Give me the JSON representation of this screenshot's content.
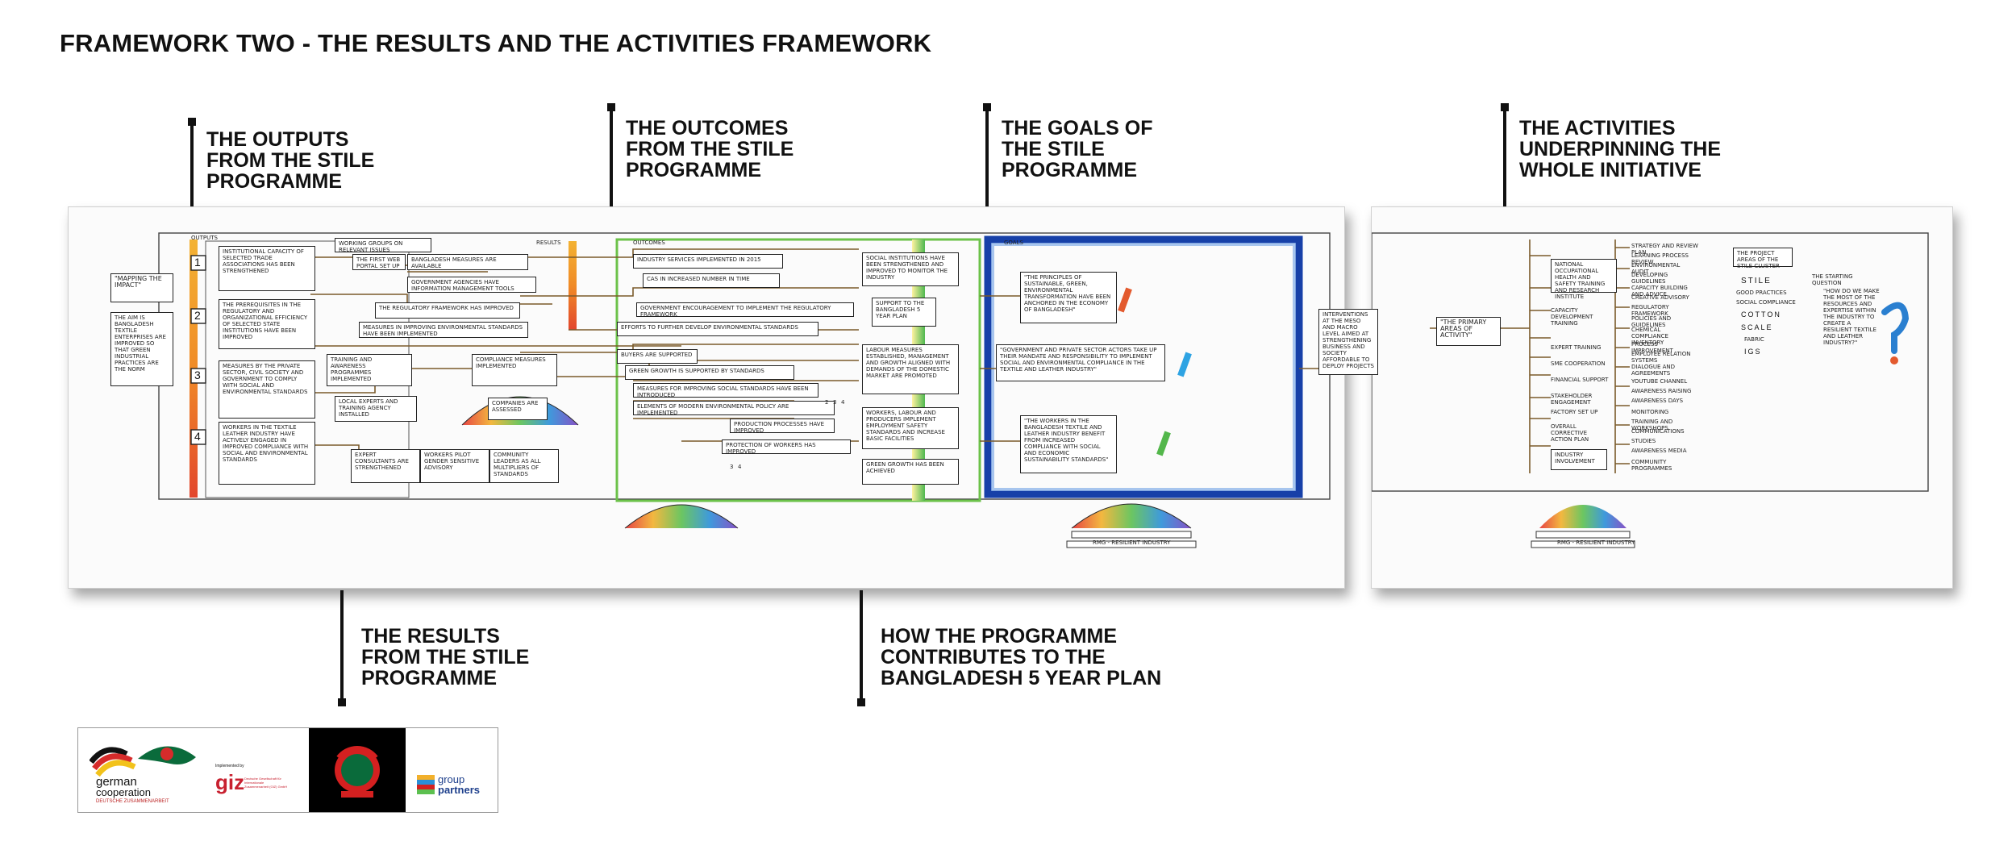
{
  "page_title": "FRAMEWORK TWO - THE RESULTS AND THE ACTIVITIES FRAMEWORK",
  "callouts": {
    "outputs": [
      "THE OUTPUTS",
      "FROM THE STILE",
      "PROGRAMME"
    ],
    "outcomes": [
      "THE OUTCOMES",
      "FROM THE STILE",
      "PROGRAMME"
    ],
    "goals": [
      "THE GOALS OF",
      "THE STILE",
      "PROGRAMME"
    ],
    "activities": [
      "THE ACTIVITIES",
      "UNDERPINNING THE",
      "WHOLE INITIATIVE"
    ],
    "results": [
      "THE RESULTS",
      "FROM THE STILE",
      "PROGRAMME"
    ],
    "contribution": [
      "HOW THE PROGRAMME",
      "CONTRIBUTES TO THE",
      "BANGLADESH 5 YEAR PLAN"
    ]
  },
  "board": {
    "left": {
      "mapping_label": "\"MAPPING THE IMPACT\"",
      "norm_text": "THE AIM IS BANGLADESH TEXTILE ENTERPRISES ARE IMPROVED SO THAT GREEN INDUSTRIAL PRACTICES ARE THE NORM",
      "section_outputs": "OUTPUTS",
      "section_results": "RESULTS",
      "section_outcomes": "OUTCOMES",
      "section_goals": "GOALS",
      "row_numbers": [
        "1",
        "2",
        "3",
        "4"
      ],
      "row_texts": [
        "INSTITUTIONAL CAPACITY OF SELECTED TRADE ASSOCIATIONS HAS BEEN STRENGTHENED",
        "THE PREREQUISITES IN THE REGULATORY AND ORGANIZATIONAL EFFICIENCY OF SELECTED STATE INSTITUTIONS HAVE BEEN IMPROVED",
        "MEASURES BY THE PRIVATE SECTOR, CIVIL SOCIETY AND GOVERNMENT TO COMPLY WITH SOCIAL AND ENVIRONMENTAL STANDARDS",
        "WORKERS IN THE TEXTILE LEATHER INDUSTRY HAVE ACTIVELY ENGAGED IN IMPROVED COMPLIANCE WITH SOCIAL AND ENVIRONMENTAL STANDARDS"
      ],
      "result_boxes": [
        "WORKING GROUPS ON RELEVANT ISSUES",
        "THE FIRST WEB PORTAL SET UP",
        "BANGLADESH MEASURES ARE AVAILABLE",
        "GOVERNMENT AGENCIES HAVE INFORMATION MANAGEMENT TOOLS",
        "THE REGULATORY FRAMEWORK HAS IMPROVED",
        "MEASURES IN IMPROVING ENVIRONMENTAL STANDARDS HAVE BEEN IMPLEMENTED",
        "TRAINING AND AWARENESS PROGRAMMES IMPLEMENTED",
        "COMPLIANCE MEASURES IMPLEMENTED",
        "LOCAL EXPERTS AND TRAINING AGENCY INSTALLED",
        "COMPANIES ARE ASSESSED",
        "EXPERT CONSULTANTS ARE STRENGTHENED",
        "WORKERS PILOT GENDER SENSITIVE ADVISORY",
        "COMMUNITY LEADERS AS ALL MULTIPLIERS OF STANDARDS"
      ],
      "outcome_boxes": [
        "INDUSTRY SERVICES IMPLEMENTED IN 2015",
        "CAS IN INCREASED NUMBER IN TIME",
        "GOVERNMENT ENCOURAGEMENT TO IMPLEMENT THE REGULATORY FRAMEWORK",
        "EFFORTS TO FURTHER DEVELOP ENVIRONMENTAL STANDARDS",
        "BUYERS ARE SUPPORTED",
        "GREEN GROWTH IS SUPPORTED BY STANDARDS",
        "MEASURES FOR IMPROVING SOCIAL STANDARDS HAVE BEEN INTRODUCED",
        "ELEMENTS OF MODERN ENVIRONMENTAL POLICY ARE IMPLEMENTED",
        "PRODUCTION PROCESSES HAVE IMPROVED",
        "PROTECTION OF WORKERS HAS IMPROVED"
      ],
      "goal_boxes": [
        "SOCIAL INSTITUTIONS HAVE BEEN STRENGTHENED AND IMPROVED TO MONITOR THE INDUSTRY",
        "SUPPORT TO THE BANGLADESH 5 YEAR PLAN",
        "LABOUR MEASURES ESTABLISHED, MANAGEMENT AND GROWTH ALIGNED WITH DEMANDS OF THE DOMESTIC MARKET ARE PROMOTED",
        "WORKERS, LABOUR AND PRODUCERS IMPLEMENT EMPLOYMENT SAFETY STANDARDS AND INCREASE BASIC FACILITIES",
        "GREEN GROWTH HAS BEEN ACHIEVED"
      ],
      "numbers_small": [
        "2",
        "3",
        "4",
        "3",
        "4"
      ],
      "five_year_plan": [
        "\"THE PRINCIPLES OF SUSTAINABLE, GREEN, ENVIRONMENTAL TRANSFORMATION HAVE BEEN ANCHORED IN THE ECONOMY OF BANGLADESH\"",
        "\"GOVERNMENT AND PRIVATE SECTOR ACTORS TAKE UP THEIR MANDATE AND RESPONSIBILITY TO IMPLEMENT SOCIAL AND ENVIRONMENTAL COMPLIANCE IN THE TEXTILE AND LEATHER INDUSTRY\"",
        "\"THE WORKERS IN THE BANGLADESH TEXTILE AND LEATHER INDUSTRY BENEFIT FROM INCREASED COMPLIANCE WITH SOCIAL AND ECONOMIC SUSTAINABILITY STANDARDS\""
      ],
      "industry_label": "RMG - RESILIENT INDUSTRY"
    },
    "right": {
      "meso_macro": "INTERVENTIONS AT THE MESO AND MACRO LEVEL AIMED AT STRENGTHENING BUSINESS AND SOCIETY AFFORDABLE TO DEPLOY PROJECTS",
      "activity_label": "\"THE PRIMARY AREAS OF ACTIVITY\"",
      "activity_groups": [
        "NATIONAL OCCUPATIONAL HEALTH AND SAFETY TRAINING AND RESEARCH INSTITUTE",
        "CAPACITY DEVELOPMENT TRAINING",
        "EXPERT TRAINING",
        "SME COOPERATION",
        "FINANCIAL SUPPORT",
        "STAKEHOLDER ENGAGEMENT",
        "FACTORY SET UP",
        "OVERALL CORRECTIVE ACTION PLAN",
        "INDUSTRY INVOLVEMENT"
      ],
      "activity_items": [
        "STRATEGY AND REVIEW PLAN",
        "LEARNING PROCESS REVIEW",
        "ENVIRONMENTAL AUDIT",
        "DEVELOPING GUIDELINES",
        "CAPACITY BUILDING AND ADVICE",
        "CREATIVE ADVISORY",
        "REGULATORY FRAMEWORK",
        "POLICIES AND GUIDELINES",
        "CHEMICAL COMPLIANCE INVENTORY",
        "PROCESS IMPROVEMENT",
        "EMPLOYEE RELATION SYSTEMS",
        "DIALOGUE AND AGREEMENTS",
        "YOUTUBE CHANNEL",
        "AWARENESS RAISING",
        "AWARENESS DAYS",
        "MONITORING",
        "TRAINING AND WORKSHOPS",
        "COMMUNICATIONS",
        "STUDIES",
        "AWARENESS MEDIA",
        "COMMUNITY PROGRAMMES"
      ],
      "cluster_title": "THE PROJECT AREAS OF THE STILE CLUSTER",
      "cluster_items": [
        "STILE",
        "GOOD PRACTICES",
        "SOCIAL COMPLIANCE",
        "COTTON",
        "SCALE",
        "FABRIC",
        "IGS"
      ],
      "question_title": "THE STARTING QUESTION",
      "question_text": "\"HOW DO WE MAKE THE MOST OF THE RESOURCES AND EXPERTISE WITHIN THE INDUSTRY TO CREATE A RESILIENT TEXTILE AND LEATHER INDUSTRY?\"",
      "industry_label": "RMG - RESILIENT INDUSTRY"
    }
  },
  "logos": {
    "german_1": "german",
    "german_2": "cooperation",
    "german_3": "DEUTSCHE ZUSAMMENARBEIT",
    "giz_small": "Implemented by",
    "giz": "giz",
    "giz_desc": "Deutsche Gesellschaft für Internationale Zusammenarbeit (GIZ) GmbH",
    "group_1": "group",
    "group_2": "partners"
  }
}
